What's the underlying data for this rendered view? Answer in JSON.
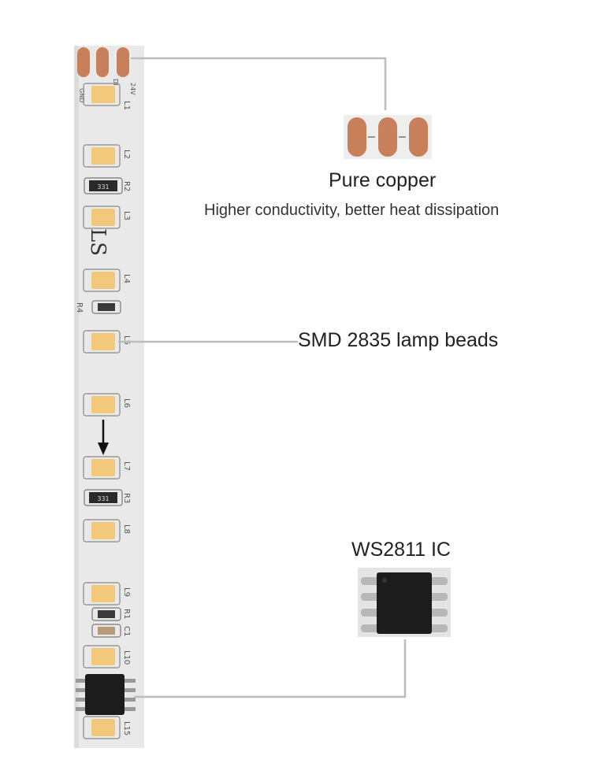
{
  "callouts": {
    "copper": {
      "title": "Pure copper",
      "subtitle": "Higher conductivity, better heat dissipation"
    },
    "beads": {
      "title": "SMD 2835 lamp beads"
    },
    "ic": {
      "title": "WS2811 IC"
    }
  },
  "strip": {
    "pads": [
      "GND",
      "DI",
      "24V"
    ],
    "logo": "LS",
    "leds": [
      "L1",
      "L2",
      "L3",
      "L4",
      "L5",
      "L6",
      "L7",
      "L8",
      "L9",
      "L10",
      "L15"
    ],
    "resistors": [
      {
        "ref": "R2",
        "code": "331"
      },
      {
        "ref": "R4",
        "code": ""
      },
      {
        "ref": "R3",
        "code": "331"
      },
      {
        "ref": "R1",
        "code": ""
      }
    ],
    "capacitor": "C1"
  },
  "colors": {
    "strip": "#e8e8e8",
    "copper": "#c8805a",
    "led": "#f2c97a",
    "connector_line": "#bdbdbd",
    "ic_body": "#1c1c1c"
  }
}
